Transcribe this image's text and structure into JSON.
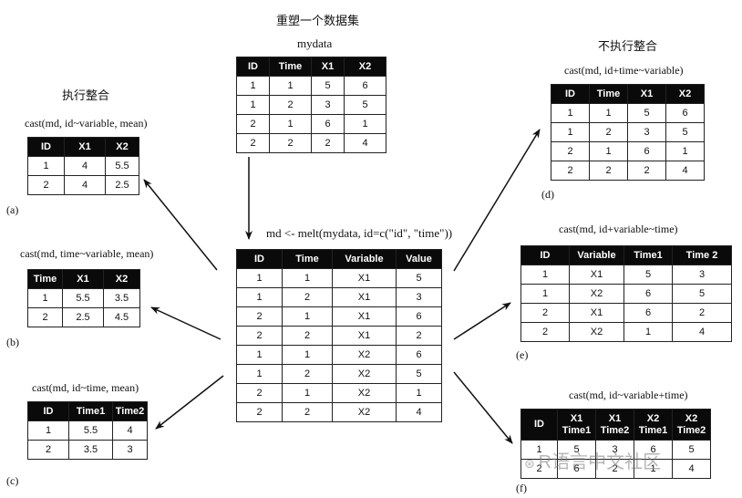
{
  "titles": {
    "main": "重塑一个数据集",
    "integrate": "执行整合",
    "no_integrate": "不执行整合"
  },
  "mydata": {
    "label": "mydata",
    "headers": [
      "ID",
      "Time",
      "X1",
      "X2"
    ],
    "rows": [
      [
        "1",
        "1",
        "5",
        "6"
      ],
      [
        "1",
        "2",
        "3",
        "5"
      ],
      [
        "2",
        "1",
        "6",
        "1"
      ],
      [
        "2",
        "2",
        "2",
        "4"
      ]
    ]
  },
  "melt": {
    "label": "md <- melt(mydata, id=c(\"id\", \"time\"))",
    "headers": [
      "ID",
      "Time",
      "Variable",
      "Value"
    ],
    "rows": [
      [
        "1",
        "1",
        "X1",
        "5"
      ],
      [
        "1",
        "2",
        "X1",
        "3"
      ],
      [
        "2",
        "1",
        "X1",
        "6"
      ],
      [
        "2",
        "2",
        "X1",
        "2"
      ],
      [
        "1",
        "1",
        "X2",
        "6"
      ],
      [
        "1",
        "2",
        "X2",
        "5"
      ],
      [
        "2",
        "1",
        "X2",
        "1"
      ],
      [
        "2",
        "2",
        "X2",
        "4"
      ]
    ]
  },
  "panel_a": {
    "tag": "(a)",
    "label": "cast(md, id~variable, mean)",
    "headers": [
      "ID",
      "X1",
      "X2"
    ],
    "rows": [
      [
        "1",
        "4",
        "5.5"
      ],
      [
        "2",
        "4",
        "2.5"
      ]
    ]
  },
  "panel_b": {
    "tag": "(b)",
    "label": "cast(md, time~variable, mean)",
    "headers": [
      "Time",
      "X1",
      "X2"
    ],
    "rows": [
      [
        "1",
        "5.5",
        "3.5"
      ],
      [
        "2",
        "2.5",
        "4.5"
      ]
    ]
  },
  "panel_c": {
    "tag": "(c)",
    "label": "cast(md, id~time, mean)",
    "headers": [
      "ID",
      "Time1",
      "Time2"
    ],
    "rows": [
      [
        "1",
        "5.5",
        "4"
      ],
      [
        "2",
        "3.5",
        "3"
      ]
    ]
  },
  "panel_d": {
    "tag": "(d)",
    "label": "cast(md, id+time~variable)",
    "headers": [
      "ID",
      "Time",
      "X1",
      "X2"
    ],
    "rows": [
      [
        "1",
        "1",
        "5",
        "6"
      ],
      [
        "1",
        "2",
        "3",
        "5"
      ],
      [
        "2",
        "1",
        "6",
        "1"
      ],
      [
        "2",
        "2",
        "2",
        "4"
      ]
    ]
  },
  "panel_e": {
    "tag": "(e)",
    "label": "cast(md, id+variable~time)",
    "headers": [
      "ID",
      "Variable",
      "Time1",
      "Time 2"
    ],
    "rows": [
      [
        "1",
        "X1",
        "5",
        "3"
      ],
      [
        "1",
        "X2",
        "6",
        "5"
      ],
      [
        "2",
        "X1",
        "6",
        "2"
      ],
      [
        "2",
        "X2",
        "1",
        "4"
      ]
    ]
  },
  "panel_f": {
    "tag": "(f)",
    "label": "cast(md, id~variable+time)",
    "headers": [
      "ID",
      "X1\nTime1",
      "X1\nTime2",
      "X2\nTime1",
      "X2\nTime2"
    ],
    "rows": [
      [
        "1",
        "5",
        "3",
        "6",
        "5"
      ],
      [
        "2",
        "6",
        "2",
        "1",
        "4"
      ]
    ]
  },
  "watermark": "R语言中文社区"
}
